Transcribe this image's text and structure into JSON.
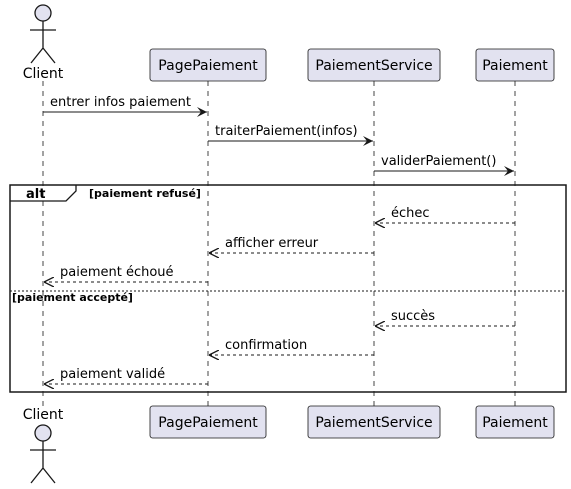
{
  "participants": [
    {
      "name": "Client",
      "kind": "actor"
    },
    {
      "name": "PagePaiement",
      "kind": "participant"
    },
    {
      "name": "PaiementService",
      "kind": "participant"
    },
    {
      "name": "Paiement",
      "kind": "participant"
    }
  ],
  "messages": [
    {
      "from": 0,
      "to": 1,
      "label": "entrer infos paiement",
      "style": "solid"
    },
    {
      "from": 1,
      "to": 2,
      "label": "traiterPaiement(infos)",
      "style": "solid"
    },
    {
      "from": 2,
      "to": 3,
      "label": "validerPaiement()",
      "style": "solid"
    },
    {
      "from": 3,
      "to": 2,
      "label": "échec",
      "style": "dashed"
    },
    {
      "from": 2,
      "to": 1,
      "label": "afficher erreur",
      "style": "dashed"
    },
    {
      "from": 1,
      "to": 0,
      "label": "paiement échoué",
      "style": "dashed"
    },
    {
      "from": 3,
      "to": 2,
      "label": "succès",
      "style": "dashed"
    },
    {
      "from": 2,
      "to": 1,
      "label": "confirmation",
      "style": "dashed"
    },
    {
      "from": 1,
      "to": 0,
      "label": "paiement validé",
      "style": "dashed"
    }
  ],
  "fragment": {
    "kind": "alt",
    "conditions": [
      "[paiement refusé]",
      "[paiement accepté]"
    ]
  },
  "colors": {
    "participant_fill": "#e2e2f0",
    "participant_border": "#181818",
    "line": "#181818"
  }
}
